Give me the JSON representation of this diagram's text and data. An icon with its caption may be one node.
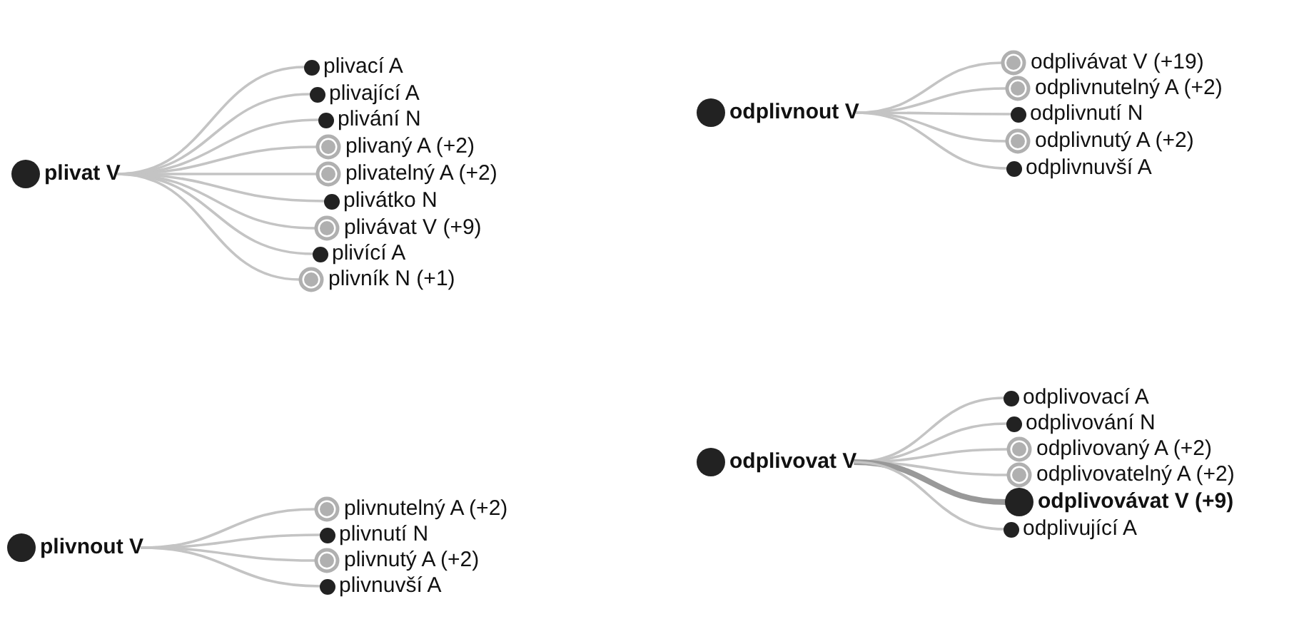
{
  "diagram": {
    "nodes": [
      {
        "text": [
          "plivat V"
        ]
      },
      {
        "text": [
          "plivací A"
        ]
      },
      {
        "text": [
          "plivající A"
        ]
      },
      {
        "text": [
          "plivání N"
        ]
      },
      {
        "text": [
          "plivaný A (+2)"
        ]
      },
      {
        "text": [
          "plivatelný A (+2)"
        ]
      },
      {
        "text": [
          "plivátko N"
        ]
      },
      {
        "text": [
          "plivávat V (+9)"
        ]
      },
      {
        "text": [
          "plivící A"
        ]
      },
      {
        "text": [
          "plivník N (+1)"
        ]
      },
      {
        "text": [
          "odplivnout V"
        ]
      },
      {
        "text": [
          "odplivávat V (+19)"
        ]
      },
      {
        "text": [
          "odplivnutelný A (+2)"
        ]
      },
      {
        "text": [
          "odplivnutí N"
        ]
      },
      {
        "text": [
          "odplivnutý A (+2)"
        ]
      },
      {
        "text": [
          "odplivnuvší A"
        ]
      },
      {
        "text": [
          "plivnout V"
        ]
      },
      {
        "text": [
          "plivnutelný A (+2)"
        ]
      },
      {
        "text": [
          "plivnutí N"
        ]
      },
      {
        "text": [
          "plivnutý A (+2)"
        ]
      },
      {
        "text": [
          "plivnuvší A"
        ]
      },
      {
        "text": [
          "odplivovat V"
        ]
      },
      {
        "text": [
          "odplivovací A"
        ]
      },
      {
        "text": [
          "odplivování N"
        ]
      },
      {
        "text": [
          "odplivovaný A (+2)"
        ]
      },
      {
        "text": [
          "odplivovatelný A (+2)"
        ]
      },
      {
        "text": [
          "odplivovávat V (+9)"
        ]
      },
      {
        "text": [
          "odplivující A"
        ]
      }
    ],
    "edges": [
      {
        "from": 0,
        "to": 1,
        "arrow": "none"
      },
      {
        "from": 0,
        "to": 2,
        "arrow": "none"
      },
      {
        "from": 0,
        "to": 3,
        "arrow": "none"
      },
      {
        "from": 0,
        "to": 4,
        "arrow": "none"
      },
      {
        "from": 0,
        "to": 5,
        "arrow": "none"
      },
      {
        "from": 0,
        "to": 6,
        "arrow": "none"
      },
      {
        "from": 0,
        "to": 7,
        "arrow": "none"
      },
      {
        "from": 0,
        "to": 8,
        "arrow": "none"
      },
      {
        "from": 0,
        "to": 9,
        "arrow": "none"
      },
      {
        "from": 10,
        "to": 11,
        "arrow": "none"
      },
      {
        "from": 10,
        "to": 12,
        "arrow": "none"
      },
      {
        "from": 10,
        "to": 13,
        "arrow": "none"
      },
      {
        "from": 10,
        "to": 14,
        "arrow": "none"
      },
      {
        "from": 10,
        "to": 15,
        "arrow": "none"
      },
      {
        "from": 16,
        "to": 17,
        "arrow": "none"
      },
      {
        "from": 16,
        "to": 18,
        "arrow": "none"
      },
      {
        "from": 16,
        "to": 19,
        "arrow": "none"
      },
      {
        "from": 16,
        "to": 20,
        "arrow": "none"
      },
      {
        "from": 21,
        "to": 22,
        "arrow": "none"
      },
      {
        "from": 21,
        "to": 23,
        "arrow": "none"
      },
      {
        "from": 21,
        "to": 24,
        "arrow": "none"
      },
      {
        "from": 21,
        "to": 25,
        "arrow": "none"
      },
      {
        "from": 21,
        "to": 26,
        "arrow": "none",
        "style": "thick",
        "color": "#999999"
      },
      {
        "from": 21,
        "to": 27,
        "arrow": "none"
      }
    ]
  }
}
